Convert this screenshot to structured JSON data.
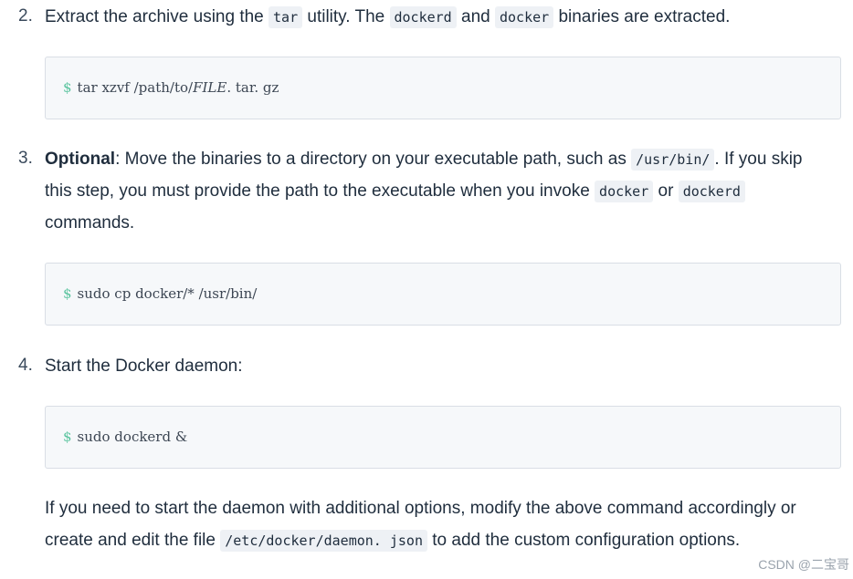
{
  "step2": {
    "number": "2.",
    "text_a": "Extract the archive using the ",
    "code_tar": "tar",
    "text_b": " utility. The ",
    "code_dockerd": "dockerd",
    "text_c": " and ",
    "code_docker": "docker",
    "text_d": " binaries are extracted.",
    "command": {
      "prompt": "$",
      "pre": "tar xzvf /path/to/",
      "italic": "FILE",
      "post": ". tar. gz"
    }
  },
  "step3": {
    "number": "3.",
    "bold": "Optional",
    "text_a": ": Move the binaries to a directory on your executable path, such as ",
    "code_path": "/usr/bin/",
    "text_b": ". If you skip",
    "line2_a": "this step, you must provide the path to the executable when you invoke ",
    "code_docker": "docker",
    "line2_b": " or ",
    "code_dockerd": "dockerd",
    "line3": "commands.",
    "command": {
      "prompt": "$",
      "text": "sudo cp docker/* /usr/bin/"
    }
  },
  "step4": {
    "number": "4.",
    "text": "Start the Docker daemon:",
    "command": {
      "prompt": "$",
      "text": "sudo dockerd &"
    },
    "note_line1": "If you need to start the daemon with additional options, modify the above command accordingly or",
    "note_line2_a": "create and edit the file ",
    "note_code": "/etc/docker/daemon. json",
    "note_line2_b": " to add the custom configuration options."
  },
  "watermark": "CSDN @二宝哥"
}
